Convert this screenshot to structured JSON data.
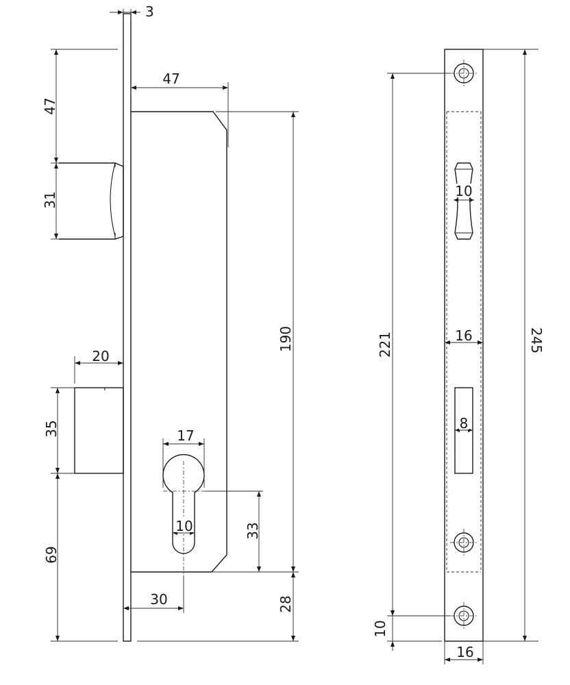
{
  "dimensions": {
    "faceplate_thickness": "3",
    "case_depth": "47",
    "top_to_latch": "47",
    "latch_height": "31",
    "deadbolt_throw": "20",
    "deadbolt_height": "35",
    "bottom_to_deadbolt": "69",
    "cylinder_width": "17",
    "cylinder_pin": "10",
    "cylinder_to_bottom": "33",
    "backset": "30",
    "case_height": "190",
    "bottom_offset": "28",
    "latch_slot_width": "10",
    "inner_width": "16",
    "bolt_slot_width": "8",
    "screw_distance": "221",
    "faceplate_length": "245",
    "screw_to_end": "10",
    "faceplate_width": "16"
  }
}
